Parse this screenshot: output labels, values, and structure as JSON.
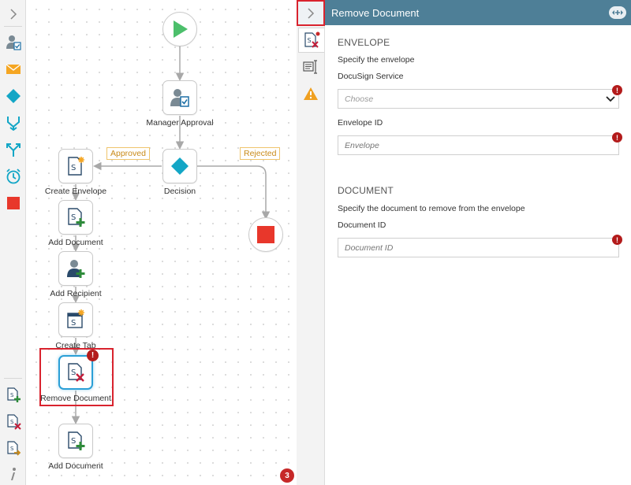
{
  "canvas": {
    "nodes": {
      "start": "",
      "manager_approval": "Manager Approval",
      "decision": "Decision",
      "create_envelope": "Create Envelope",
      "add_document": "Add Document",
      "add_recipient": "Add Recipient",
      "create_tab": "Create Tab",
      "remove_document": "Remove Document",
      "add_document_2": "Add Document"
    },
    "branches": {
      "approved": "Approved",
      "rejected": "Rejected"
    },
    "error_badge": "!",
    "issue_count": "3"
  },
  "panel": {
    "title": "Remove Document",
    "envelope_section": {
      "title": "ENVELOPE",
      "description": "Specify the envelope",
      "service_label": "DocuSign Service",
      "service_placeholder": "Choose",
      "id_label": "Envelope ID",
      "id_placeholder": "Envelope"
    },
    "document_section": {
      "title": "DOCUMENT",
      "description": "Specify the document to remove from the envelope",
      "id_label": "Document ID",
      "id_placeholder": "Document ID"
    },
    "field_error": "!"
  },
  "left_toolbar": {
    "icons": [
      "chevron-right-icon",
      "user-task-icon",
      "email-icon",
      "decision-icon",
      "merge-icon",
      "split-icon",
      "timer-icon",
      "stop-icon",
      "add-document-icon",
      "remove-document-icon",
      "export-document-icon",
      "info-icon"
    ]
  },
  "colors": {
    "header": "#4e7f97",
    "start_green": "#4cbf6b",
    "decision_teal": "#13a6c6",
    "stop_red": "#e8372b",
    "error_red": "#b31b1b",
    "branch_orange": "#c98a18",
    "highlight_red": "#d9232e",
    "selection_blue": "#2a9fd6"
  }
}
